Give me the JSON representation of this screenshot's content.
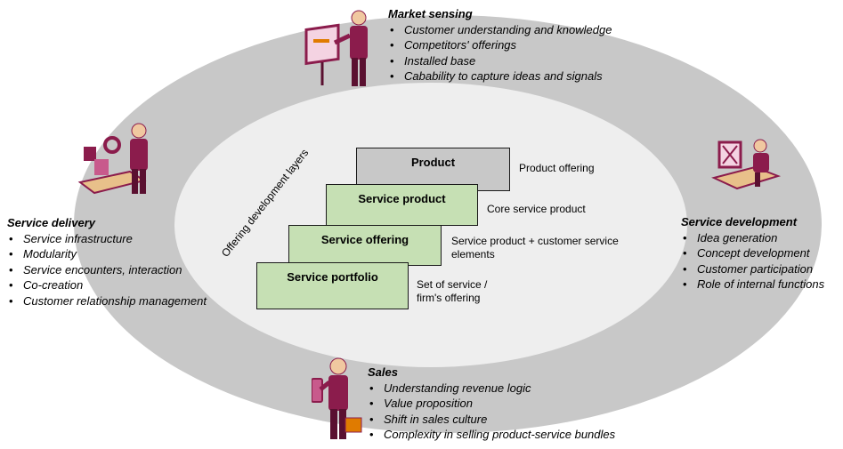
{
  "diagram": {
    "layers_label": "Offering development layers",
    "colors": {
      "ring": "#c8c8c8",
      "inner": "#eeeeee",
      "gray_box": "#c8c8c8",
      "green_box": "#c6e0b4",
      "figure": "#8b1c4c"
    },
    "layers": [
      {
        "title": "Product",
        "description": "Product offering"
      },
      {
        "title": "Service product",
        "description": "Core service product"
      },
      {
        "title": "Service offering",
        "description": "Service product + customer service elements"
      },
      {
        "title": "Service portfolio",
        "description": "Set of service / firm's offering"
      }
    ]
  },
  "sections": {
    "market_sensing": {
      "title": "Market sensing",
      "icon": "presenter-figure-icon",
      "items": [
        "Customer understanding and knowledge",
        "Competitors' offerings",
        "Installed base",
        "Cabability to capture ideas and signals"
      ]
    },
    "service_delivery": {
      "title": "Service delivery",
      "icon": "conveyor-figure-icon",
      "items": [
        "Service infrastructure",
        "Modularity",
        "Service encounters, interaction",
        "Co-creation",
        "Customer relationship management"
      ]
    },
    "service_development": {
      "title": "Service development",
      "icon": "desk-worker-icon",
      "items": [
        "Idea generation",
        "Concept development",
        "Customer participation",
        "Role of internal functions"
      ]
    },
    "sales": {
      "title": "Sales",
      "icon": "salesperson-figure-icon",
      "items": [
        "Understanding revenue logic",
        "Value proposition",
        "Shift in sales culture",
        "Complexity in selling product-service bundles"
      ]
    }
  }
}
